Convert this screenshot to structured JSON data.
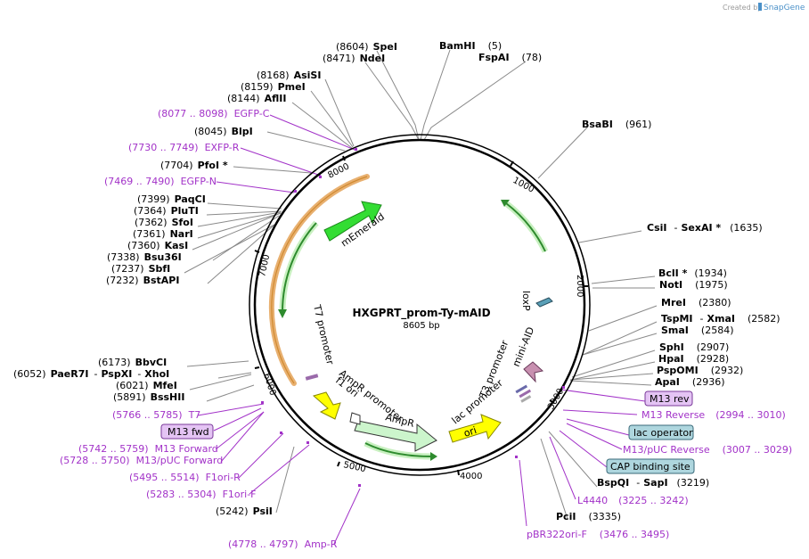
{
  "credit": {
    "prefix": "Created by",
    "brand": "SnapGene"
  },
  "plasmid": {
    "name": "HXGPRT_prom-Ty-mAID",
    "length": "8605 bp",
    "total_bp": 8605
  },
  "colors": {
    "purple": "#a232c8",
    "orange": "#e0a040",
    "green": "#2e9e2e",
    "yellow": "#ffff00",
    "mint": "#ccf5cc"
  },
  "ticks": [
    {
      "label": "1000",
      "bp": 1000
    },
    {
      "label": "2000",
      "bp": 2000
    },
    {
      "label": "3000",
      "bp": 3000
    },
    {
      "label": "4000",
      "bp": 4000
    },
    {
      "label": "5000",
      "bp": 5000
    },
    {
      "label": "6000",
      "bp": 6000
    },
    {
      "label": "7000",
      "bp": 7000
    },
    {
      "label": "8000",
      "bp": 8000
    }
  ],
  "features": {
    "mEmerald": "mEmerald",
    "loxP": "loxP",
    "mini_aid": "mini-AID",
    "t3": "T3 promoter",
    "lac": "lac promoter",
    "ori": "ori",
    "ampr": "AmpR",
    "ampr_prom": "AmpR promoter",
    "f1": "f1 ori",
    "t7": "T7 promoter"
  },
  "enzymes": {
    "spei": {
      "name": "SpeI",
      "pos": "(8604)"
    },
    "ndei": {
      "name": "NdeI",
      "pos": "(8471)"
    },
    "bamhi": {
      "name": "BamHI",
      "pos": "(5)"
    },
    "fspai": {
      "name": "FspAI",
      "pos": "(78)"
    },
    "asisi": {
      "name": "AsiSI",
      "pos": "(8168)"
    },
    "pmei": {
      "name": "PmeI",
      "pos": "(8159)"
    },
    "aflii": {
      "name": "AflII",
      "pos": "(8144)"
    },
    "bsabi": {
      "name": "BsaBI",
      "pos": "(961)"
    },
    "blpi": {
      "name": "BlpI",
      "pos": "(8045)"
    },
    "pfoi": {
      "name": "PfoI *",
      "pos": "(7704)"
    },
    "paqci": {
      "name": "PaqCI",
      "pos": "(7399)"
    },
    "pluti": {
      "name": "PluTI",
      "pos": "(7364)"
    },
    "sfoi": {
      "name": "SfoI",
      "pos": "(7362)"
    },
    "nari": {
      "name": "NarI",
      "pos": "(7361)"
    },
    "kasi": {
      "name": "KasI",
      "pos": "(7360)"
    },
    "bsu36i": {
      "name": "Bsu36I",
      "pos": "(7338)"
    },
    "sbfi": {
      "name": "SbfI",
      "pos": "(7237)"
    },
    "bstapi": {
      "name": "BstAPI",
      "pos": "(7232)"
    },
    "csii": {
      "name": "CsiI",
      "sep": "-",
      "name2": "SexAI *",
      "pos": "(1635)"
    },
    "bcli": {
      "name": "BclI *",
      "pos": "(1934)"
    },
    "noti": {
      "name": "NotI",
      "pos": "(1975)"
    },
    "mrei": {
      "name": "MreI",
      "pos": "(2380)"
    },
    "tspmi": {
      "name": "TspMI",
      "sep": "-",
      "name2": "XmaI",
      "pos": "(2582)"
    },
    "smai": {
      "name": "SmaI",
      "pos": "(2584)"
    },
    "sphi": {
      "name": "SphI",
      "pos": "(2907)"
    },
    "hpai": {
      "name": "HpaI",
      "pos": "(2928)"
    },
    "pspomi": {
      "name": "PspOMI",
      "pos": "(2932)"
    },
    "apai": {
      "name": "ApaI",
      "pos": "(2936)"
    },
    "bbvci": {
      "name": "BbvCI",
      "pos": "(6173)"
    },
    "paer7i": {
      "pos": "(6052)",
      "name": "PaeR7I",
      "sep": "-",
      "name2": "PspXI",
      "sep2": "-",
      "name3": "XhoI"
    },
    "mfei": {
      "name": "MfeI",
      "pos": "(6021)"
    },
    "bsshii": {
      "name": "BssHII",
      "pos": "(5891)"
    },
    "bspqi": {
      "name": "BspQI",
      "sep": "-",
      "name2": "SapI",
      "pos": "(3219)"
    },
    "pcii": {
      "name": "PciI",
      "pos": "(3335)"
    },
    "psii": {
      "name": "PsiI",
      "pos": "(5242)"
    }
  },
  "primers": {
    "egfpc": {
      "range": "(8077 .. 8098)",
      "name": "EGFP-C"
    },
    "exfpr": {
      "range": "(7730 .. 7749)",
      "name": "EXFP-R"
    },
    "egfpn": {
      "range": "(7469 .. 7490)",
      "name": "EGFP-N"
    },
    "t7": {
      "range": "(5766 .. 5785)",
      "name": "T7"
    },
    "m13fwd": {
      "name": "M13 fwd"
    },
    "m13forward": {
      "range": "(5742 .. 5759)",
      "name": "M13 Forward"
    },
    "m13pucf": {
      "range": "(5728 .. 5750)",
      "name": "M13/pUC Forward"
    },
    "f1orir": {
      "range": "(5495 .. 5514)",
      "name": "F1ori-R"
    },
    "f1orif": {
      "range": "(5283 .. 5304)",
      "name": "F1ori-F"
    },
    "ampr": {
      "range": "(4778 .. 4797)",
      "name": "Amp-R"
    },
    "m13rev": {
      "name": "M13 rev"
    },
    "m13reverse": {
      "name": "M13 Reverse",
      "range": "(2994 .. 3010)"
    },
    "lacop": {
      "name": "lac operator"
    },
    "m13pucr": {
      "name": "M13/pUC Reverse",
      "range": "(3007 .. 3029)"
    },
    "cap": {
      "name": "CAP binding site"
    },
    "l4440": {
      "name": "L4440",
      "range": "(3225 .. 3242)"
    },
    "pbr322": {
      "name": "pBR322ori-F",
      "range": "(3476 .. 3495)"
    }
  }
}
